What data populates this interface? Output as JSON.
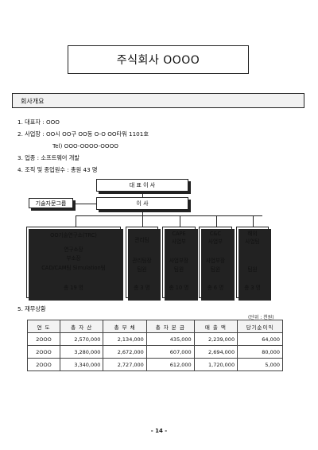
{
  "company_title": "주식회사 OOOO",
  "section_overview": "회사개요",
  "info": [
    "1. 대표자 : OOO",
    "2. 사업장 : OO시 OO구 OO동 O-O OO타워 1101호",
    "Tel) OOO-OOOO-OOOO",
    "3. 업종 : 소프트웨어 개발",
    "4. 조직 및 종업원수 : 총원 43 명"
  ],
  "org": {
    "ceo": "대 표 이 사",
    "director": "이 사",
    "advisory": "기술자문그룹",
    "depts": [
      {
        "name": "OO기술연구소(TRC)",
        "lines": [
          "연구소장",
          "부소장",
          "CAD/CAM팀 Simulation팀"
        ],
        "total": "총 19 명"
      },
      {
        "name": "관리팀",
        "lines": [
          "관리팀장",
          "팀원"
        ],
        "total": "총 3 명"
      },
      {
        "name": "CAPE\n사업부",
        "lines": [
          "사업부장",
          "팀원"
        ],
        "total": "총 10 명"
      },
      {
        "name": "C&C\n사업부",
        "lines": [
          "사업부장",
          "팀원"
        ],
        "total": "총 6 명"
      },
      {
        "name": "해외\n사업팀",
        "lines": [
          "팀원"
        ],
        "total": "총 3 명"
      }
    ]
  },
  "section_finance": "5. 재무상황",
  "finance_unit": "(단위 : 천원)",
  "finance_headers": [
    "연 도",
    "총 자 산",
    "총 부 채",
    "총 자 본 금",
    "매 출 액",
    "당기순이익"
  ],
  "finance_rows": [
    [
      "2OOO",
      "2,570,000",
      "2,134,000",
      "435,000",
      "2,239,000",
      "64,000"
    ],
    [
      "2OOO",
      "3,280,000",
      "2,672,000",
      "607,000",
      "2,694,000",
      "80,000"
    ],
    [
      "2OOO",
      "3,340,000",
      "2,727,000",
      "612,000",
      "1,720,000",
      "5,000"
    ]
  ],
  "page_number": "- 14 -"
}
